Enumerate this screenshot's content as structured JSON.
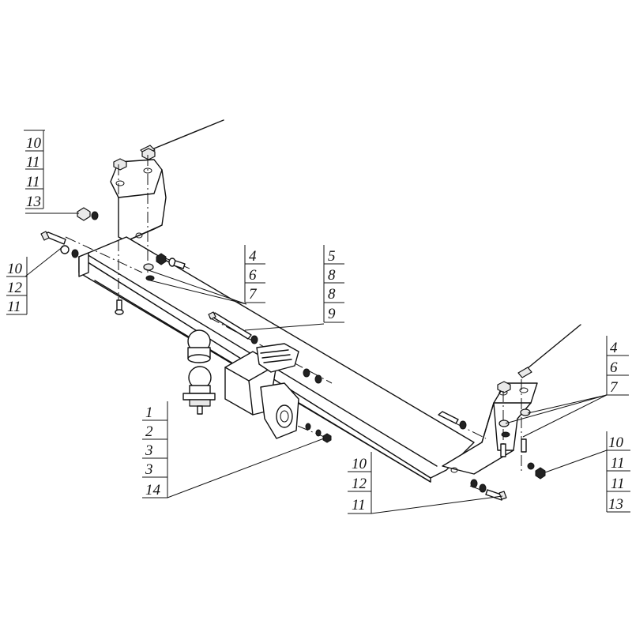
{
  "callouts": {
    "top_left": [
      "10",
      "11",
      "11",
      "13"
    ],
    "left": [
      "10",
      "12",
      "11"
    ],
    "center_a": [
      "4",
      "6",
      "7"
    ],
    "center_b": [
      "5",
      "8",
      "8",
      "9"
    ],
    "bottom_left": [
      "1",
      "2",
      "3",
      "3",
      "14"
    ],
    "bottom_center": [
      "10",
      "12",
      "11"
    ],
    "right_upper": [
      "4",
      "6",
      "7"
    ],
    "right_lower": [
      "10",
      "11",
      "11",
      "13"
    ]
  }
}
